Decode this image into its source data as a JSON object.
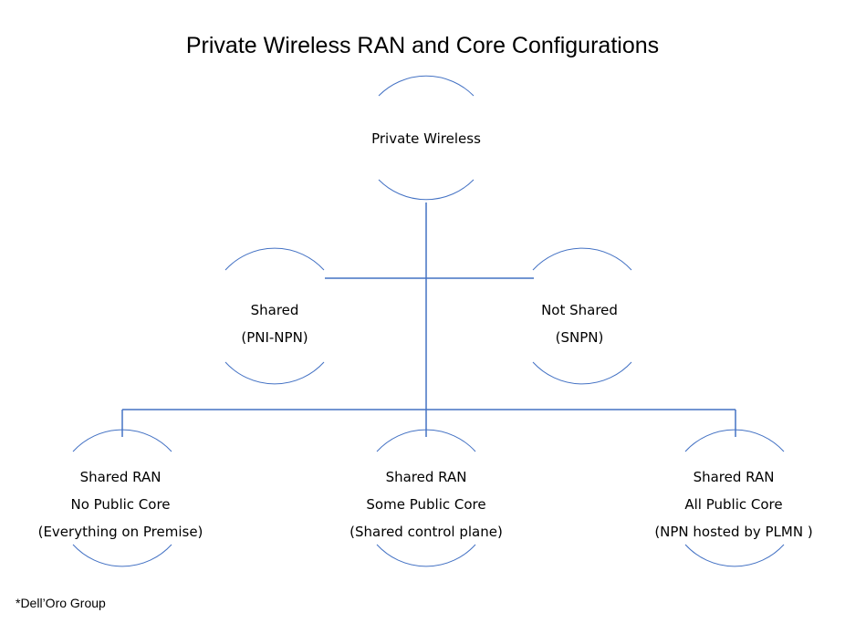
{
  "title": "Private Wireless RAN and Core Configurations",
  "colors": {
    "connector": "#4472c4",
    "node_outline": "#4472c4",
    "text": "#000000"
  },
  "root": {
    "lines": [
      "Private Wireless"
    ]
  },
  "level2": [
    {
      "lines": [
        "Shared",
        "(PNI-NPN)"
      ]
    },
    {
      "lines": [
        "Not Shared",
        "(SNPN)"
      ]
    }
  ],
  "level3": [
    {
      "lines": [
        "Shared RAN",
        "No Public Core",
        "(Everything on Premise)"
      ]
    },
    {
      "lines": [
        "Shared RAN",
        "Some Public Core",
        "(Shared control plane)"
      ]
    },
    {
      "lines": [
        "Shared RAN",
        "All Public Core",
        "(NPN hosted by PLMN )"
      ]
    }
  ],
  "footnote": "*Dell’Oro Group"
}
